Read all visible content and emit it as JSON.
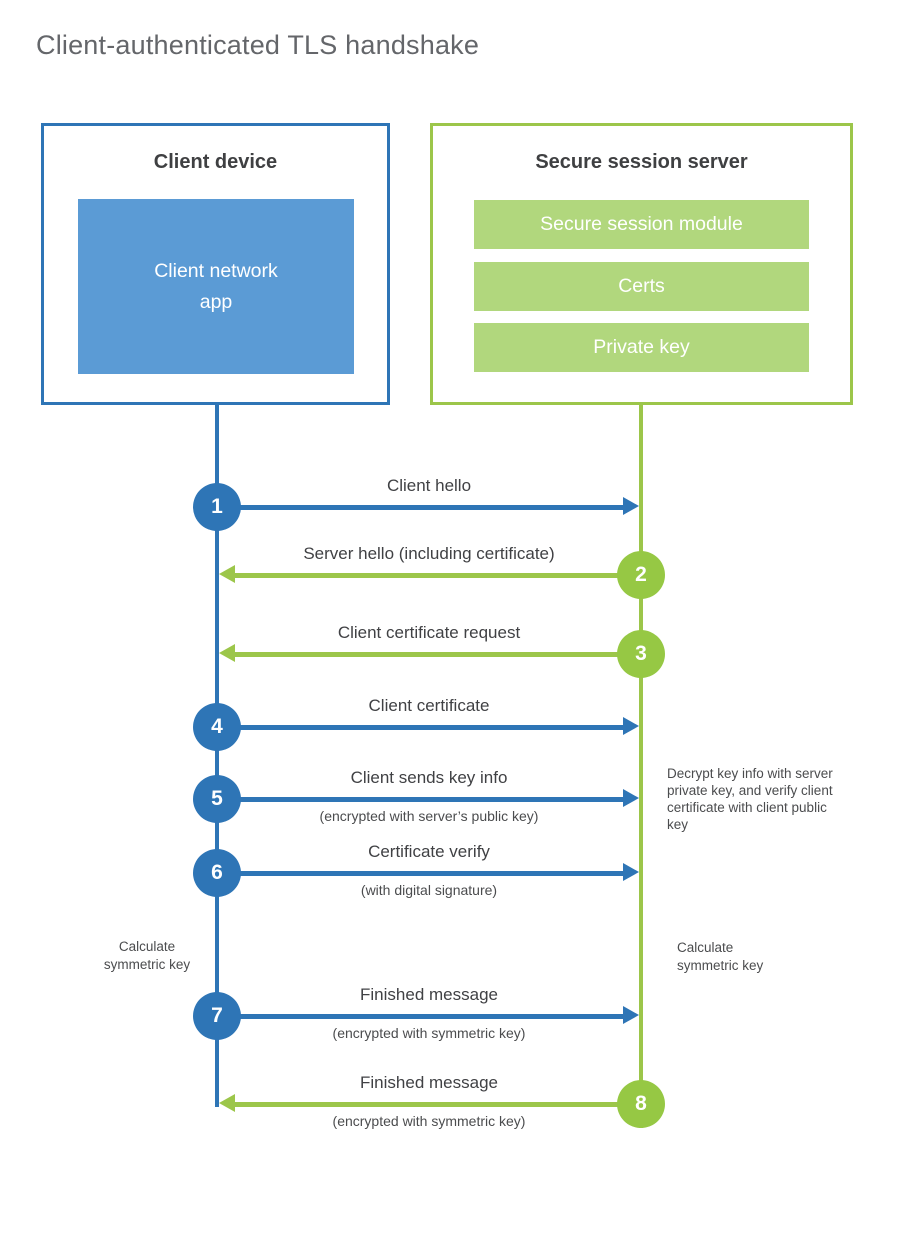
{
  "title": "Client-authenticated TLS handshake",
  "client_box": {
    "title": "Client device",
    "app_label": "Client network\napp"
  },
  "server_box": {
    "title": "Secure session server",
    "modules": [
      "Secure session module",
      "Certs",
      "Private key"
    ]
  },
  "messages": [
    {
      "num": "1",
      "from": "client",
      "to": "server",
      "label": "Client hello"
    },
    {
      "num": "2",
      "from": "server",
      "to": "client",
      "label": "Server hello (including certificate)"
    },
    {
      "num": "3",
      "from": "server",
      "to": "client",
      "label": "Client certificate request"
    },
    {
      "num": "4",
      "from": "client",
      "to": "server",
      "label": "Client certificate"
    },
    {
      "num": "5",
      "from": "client",
      "to": "server",
      "label": "Client sends key info",
      "sublabel": "(encrypted with server’s public key)"
    },
    {
      "num": "6",
      "from": "client",
      "to": "server",
      "label": "Certificate verify",
      "sublabel": "(with digital signature)"
    },
    {
      "num": "7",
      "from": "client",
      "to": "server",
      "label": "Finished message",
      "sublabel": "(encrypted with symmetric key)"
    },
    {
      "num": "8",
      "from": "server",
      "to": "client",
      "label": "Finished message",
      "sublabel": "(encrypted with symmetric key)"
    }
  ],
  "annotations": {
    "decrypt_note": "Decrypt key info with server private key, and verify client certificate with client public key",
    "calc_left": "Calculate\nsymmetric key",
    "calc_right": "Calculate\nsymmetric key"
  },
  "colors": {
    "blue": "#2e75b6",
    "blue_fill": "#5b9bd5",
    "green": "#9cc64a",
    "green_fill": "#b1d77d"
  }
}
